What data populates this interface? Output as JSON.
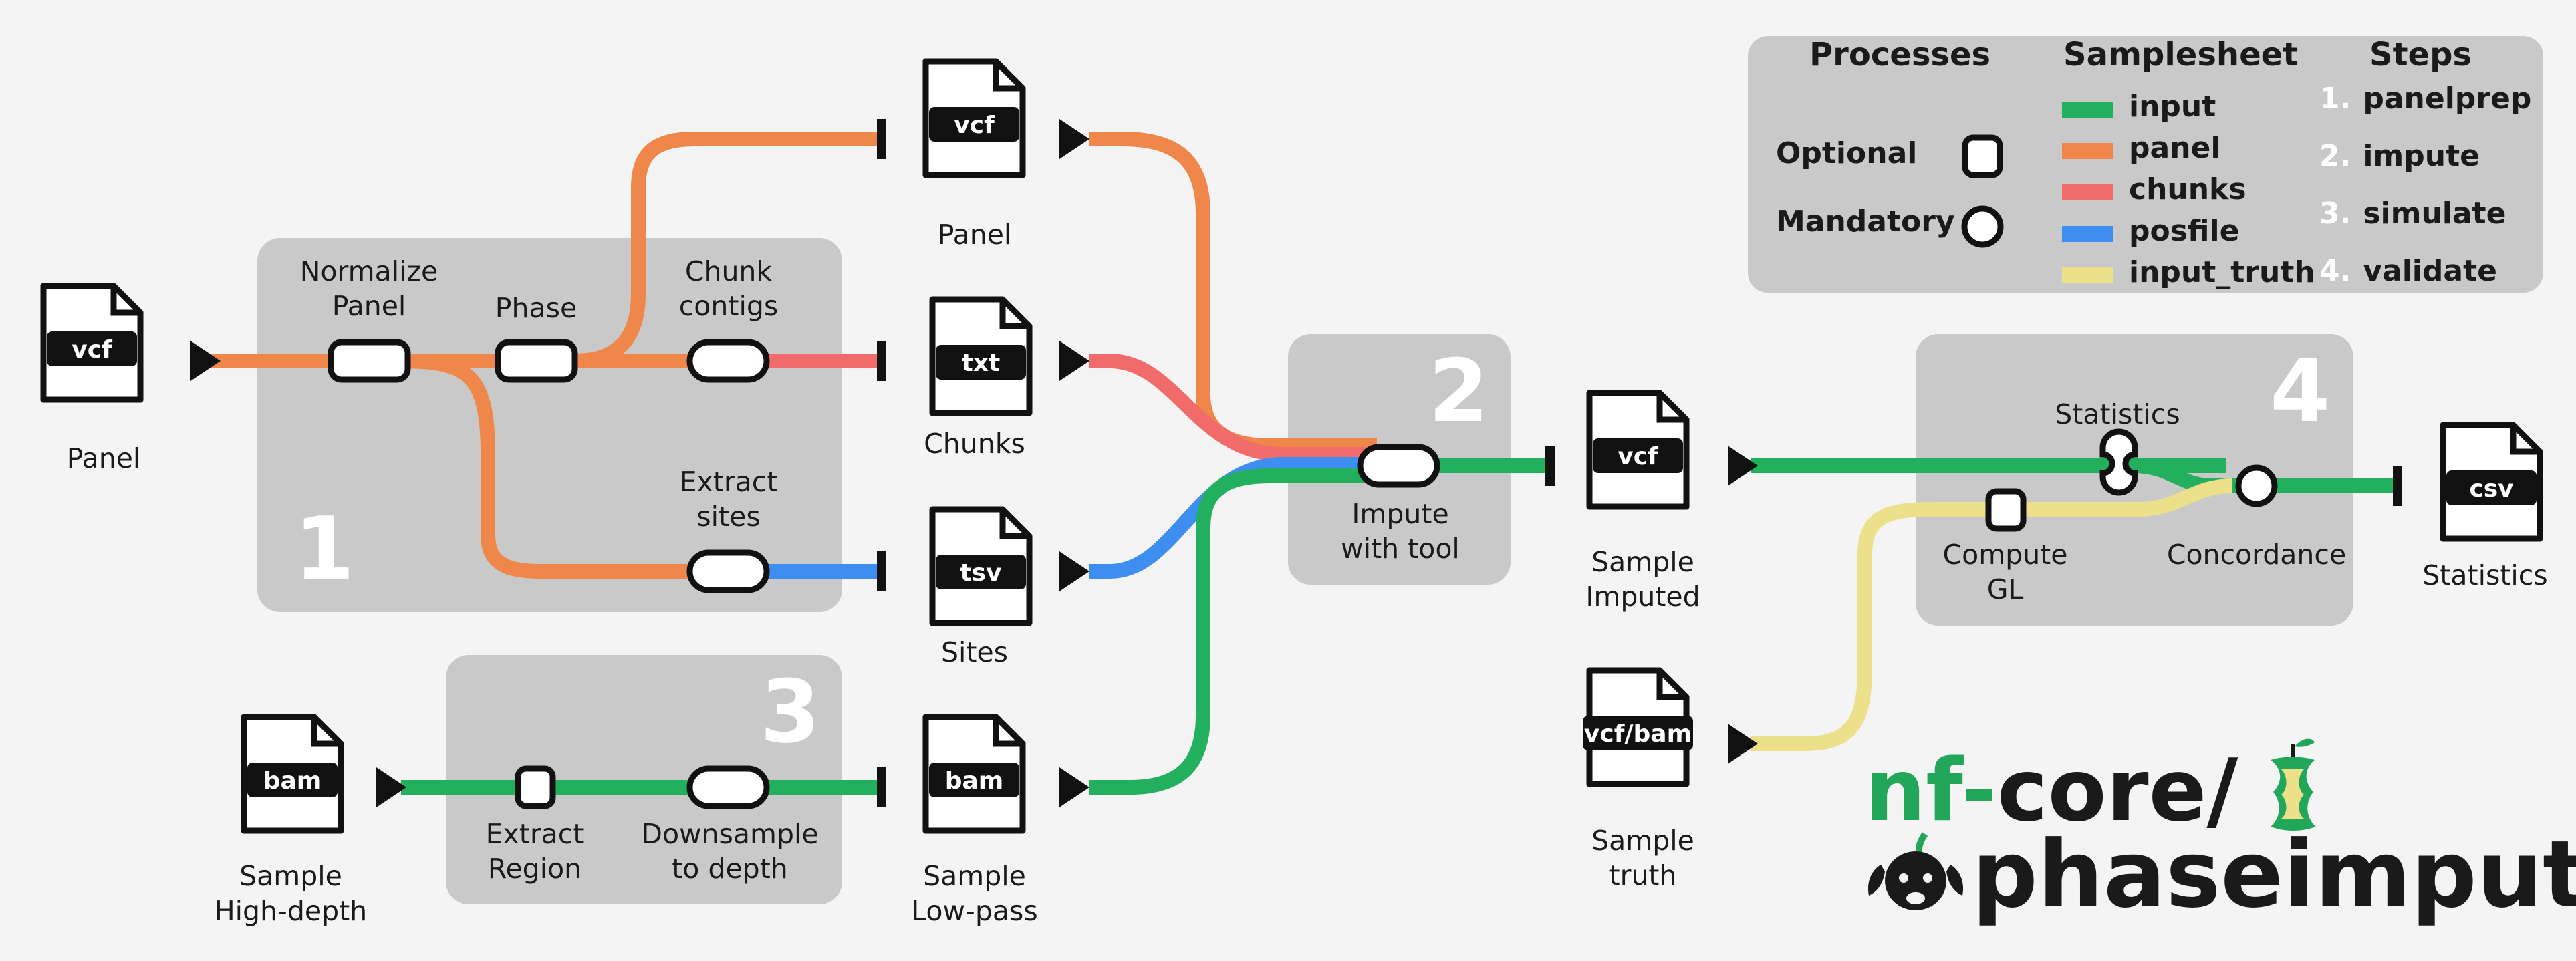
{
  "colors": {
    "input": "#22b05f",
    "panel": "#f0874a",
    "chunks": "#f26b6b",
    "posfile": "#3d8ef0",
    "input_truth": "#ece08a",
    "box": "#c9c9c9",
    "brand_green": "#22a65a"
  },
  "legend": {
    "processes_title": "Processes",
    "optional_label": "Optional",
    "mandatory_label": "Mandatory",
    "samplesheet_title": "Samplesheet",
    "samplesheet": [
      {
        "label": "input",
        "color": "#22b05f"
      },
      {
        "label": "panel",
        "color": "#f0874a"
      },
      {
        "label": "chunks",
        "color": "#f26b6b"
      },
      {
        "label": "posfile",
        "color": "#3d8ef0"
      },
      {
        "label": "input_truth",
        "color": "#ece08a"
      }
    ],
    "steps_title": "Steps",
    "steps": [
      {
        "num": "1.",
        "label": "panelprep"
      },
      {
        "num": "2.",
        "label": "impute"
      },
      {
        "num": "3.",
        "label": "simulate"
      },
      {
        "num": "4.",
        "label": "validate"
      }
    ]
  },
  "step_numbers": {
    "s1": "1",
    "s2": "2",
    "s3": "3",
    "s4": "4"
  },
  "files": {
    "panel_in": {
      "tag": "vcf",
      "caption": "Panel"
    },
    "panel_out": {
      "tag": "vcf",
      "caption": "Panel"
    },
    "chunks": {
      "tag": "txt",
      "caption": "Chunks"
    },
    "sites": {
      "tag": "tsv",
      "caption": "Sites"
    },
    "high_depth": {
      "tag": "bam",
      "caption_1": "Sample",
      "caption_2": "High-depth"
    },
    "low_pass": {
      "tag": "bam",
      "caption_1": "Sample",
      "caption_2": "Low-pass"
    },
    "imputed": {
      "tag": "vcf",
      "caption_1": "Sample",
      "caption_2": "Imputed"
    },
    "truth": {
      "tag": "vcf/bam",
      "caption_1": "Sample",
      "caption_2": "truth"
    },
    "statistics": {
      "tag": "csv",
      "caption": "Statistics"
    }
  },
  "processes": {
    "normalize": {
      "line1": "Normalize",
      "line2": "Panel"
    },
    "phase": {
      "line1": "Phase"
    },
    "chunk": {
      "line1": "Chunk",
      "line2": "contigs"
    },
    "extract_sites": {
      "line1": "Extract",
      "line2": "sites"
    },
    "impute": {
      "line1": "Impute",
      "line2": "with tool"
    },
    "extract_region": {
      "line1": "Extract",
      "line2": "Region"
    },
    "downsample": {
      "line1": "Downsample",
      "line2": "to depth"
    },
    "statistics": {
      "line1": "Statistics"
    },
    "compute_gl": {
      "line1": "Compute",
      "line2": "GL"
    },
    "concordance": {
      "line1": "Concordance"
    }
  },
  "brand": {
    "prefix": "nf-",
    "core": "core/",
    "name": "phaseimpute"
  }
}
